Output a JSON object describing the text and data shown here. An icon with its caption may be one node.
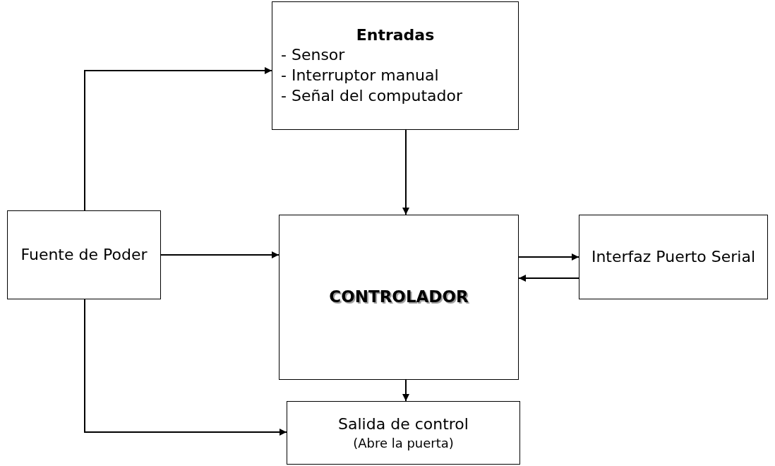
{
  "diagram": {
    "nodes": [
      {
        "text": [
          "Entradas",
          "- Sensor",
          "- Interruptor manual",
          "- Señal del computador"
        ]
      },
      {
        "text": [
          "Fuente de Poder"
        ]
      },
      {
        "text": [
          "CONTROLADOR"
        ]
      },
      {
        "text": [
          "Interfaz Puerto Serial"
        ]
      },
      {
        "text": [
          "Salida de control",
          "(Abre la puerta)"
        ]
      }
    ],
    "edges": [
      {
        "from": 1,
        "to": 0,
        "arrow": "to"
      },
      {
        "from": 0,
        "to": 2,
        "arrow": "to"
      },
      {
        "from": 1,
        "to": 2,
        "arrow": "to"
      },
      {
        "from": 2,
        "to": 3,
        "arrow": "to"
      },
      {
        "from": 3,
        "to": 2,
        "arrow": "to"
      },
      {
        "from": 2,
        "to": 4,
        "arrow": "to"
      },
      {
        "from": 1,
        "to": 4,
        "arrow": "to"
      }
    ]
  }
}
